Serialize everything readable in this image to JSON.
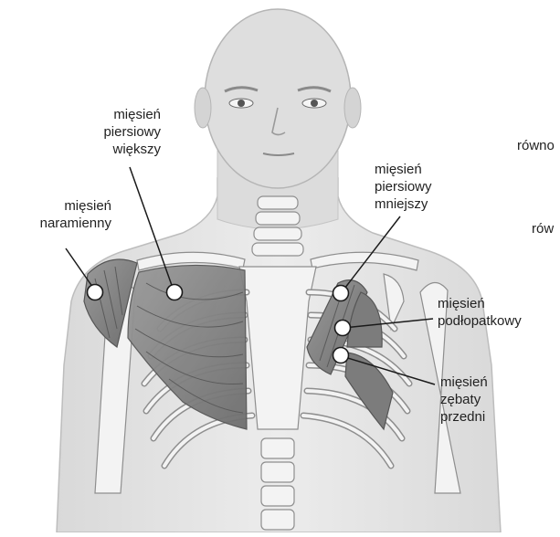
{
  "labels": {
    "deltoid": "mięsień\nnaramienny",
    "pec_major": "mięsień\npiersiowy\nwiększy",
    "pec_minor": "mięsień\npiersiowy\nmniejszy",
    "subscapularis": "mięsień\npodłopatkowy",
    "serratus": "mięsień\nzębaty\nprzedni",
    "cut_1": "równo",
    "cut_2": "rów"
  },
  "colors": {
    "skin": "#e4e4e4",
    "skin_outline": "#bdbdbd",
    "bone": "#f3f3f3",
    "bone_outline": "#8e8e8e",
    "muscle": "#8a8a8a",
    "muscle_dark": "#6a6a6a",
    "leader": "#1a1a1a",
    "marker_fill": "#ffffff"
  }
}
